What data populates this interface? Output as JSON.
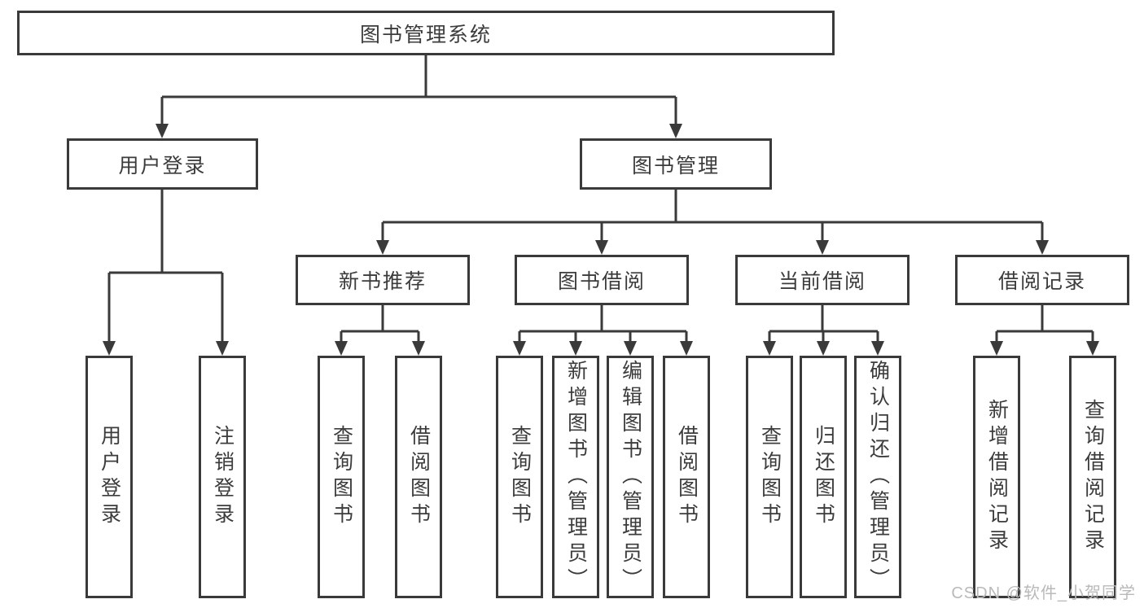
{
  "diagram": {
    "root": {
      "label": "图书管理系统"
    },
    "level2": [
      "用户登录",
      "图书管理"
    ],
    "level3": [
      "新书推荐",
      "图书借阅",
      "当前借阅",
      "借阅记录"
    ],
    "leaves": {
      "user_login": [
        "用户登录",
        "注销登录"
      ],
      "new_book_recommend": [
        "查询图书",
        "借阅图书"
      ],
      "book_borrowing": [
        "查询图书",
        "新增图书（管理员）",
        "编辑图书（管理员）",
        "借阅图书"
      ],
      "current_borrowing": [
        "查询图书",
        "归还图书",
        "确认归还（管理员）"
      ],
      "borrowing_records": [
        "新增借阅记录",
        "查询借阅记录"
      ]
    }
  },
  "watermark": {
    "text": "CSDN @软件_小贺同学"
  },
  "colors": {
    "line": "#3a3a3a",
    "text": "#3c3c3c",
    "background": "#ffffff",
    "node_fill": "#ffffff",
    "watermark": "#b9b9b9"
  }
}
